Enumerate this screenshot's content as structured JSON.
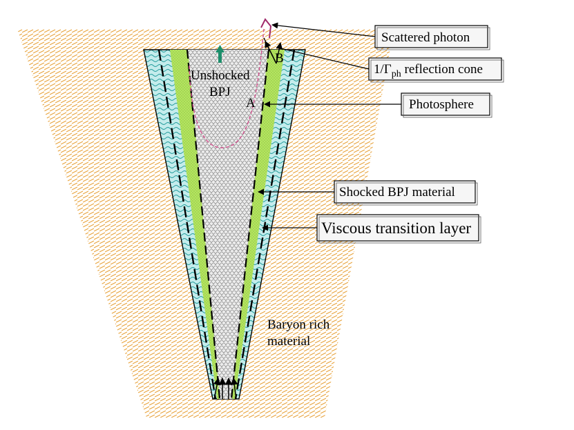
{
  "colors": {
    "background": "#ffffff",
    "baryon_hatch": "#e8a33c",
    "viscous_layer": "#bfeaea",
    "viscous_waves": "#1e9a9a",
    "shocked_bpj": "#b9e86b",
    "unshocked_bpj": "#e3e3e3",
    "unshocked_texture": "#8c8c8c",
    "photosphere_curve": "#d14f8c",
    "outflow_arrow": "#1d8e6b",
    "lines": "#000000"
  },
  "labels": {
    "scattered_photon": "Scattered photon",
    "reflection_cone_prefix": "1/Γ",
    "reflection_cone_sub": "ph",
    "reflection_cone_suffix": " reflection cone",
    "photosphere": "Photosphere",
    "shocked_bpj": "Shocked BPJ material",
    "viscous_layer": "Viscous transition layer",
    "unshocked_line1": "Unshocked",
    "unshocked_line2": "BPJ",
    "point_a": "A",
    "point_b": "B",
    "baryon_line1": "Baryon rich",
    "baryon_line2": "material"
  }
}
